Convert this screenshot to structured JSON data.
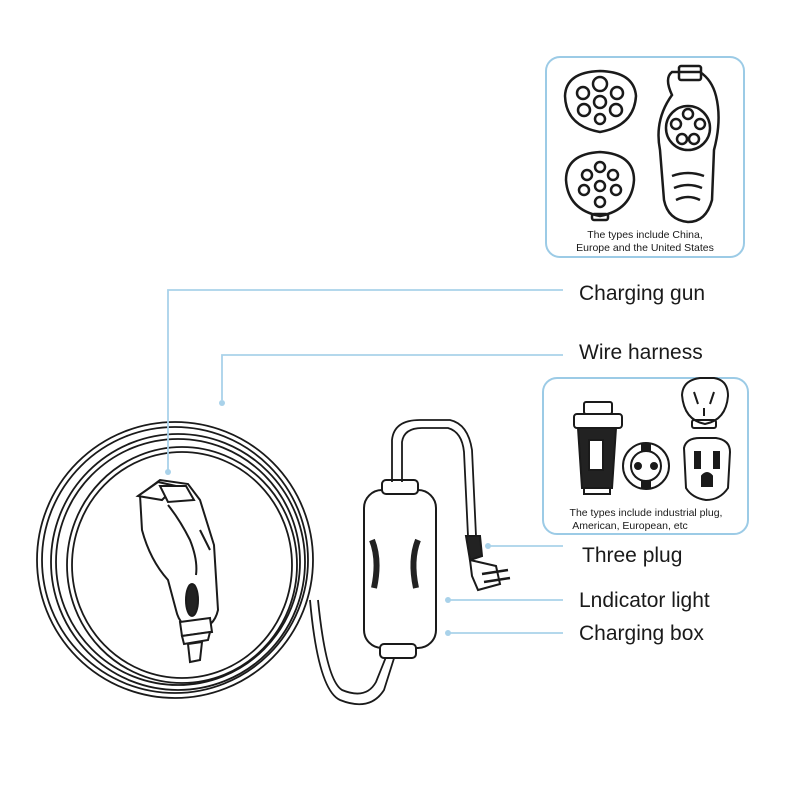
{
  "labels": {
    "charging_gun": "Charging gun",
    "wire_harness": "Wire harness",
    "three_plug": "Three plug",
    "indicator_light": "Lndicator light",
    "charging_box": "Charging box"
  },
  "insets": {
    "gun_types": {
      "caption_line1": "The types include China,",
      "caption_line2": "Europe and the United States"
    },
    "plug_types": {
      "caption_line1": "The types include industrial plug,",
      "caption_line2": "American, European, etc"
    }
  },
  "colors": {
    "leader_line": "#a9d2ea",
    "inset_border": "#9ccbe6",
    "outline": "#1a1a1a",
    "background": "#ffffff"
  }
}
